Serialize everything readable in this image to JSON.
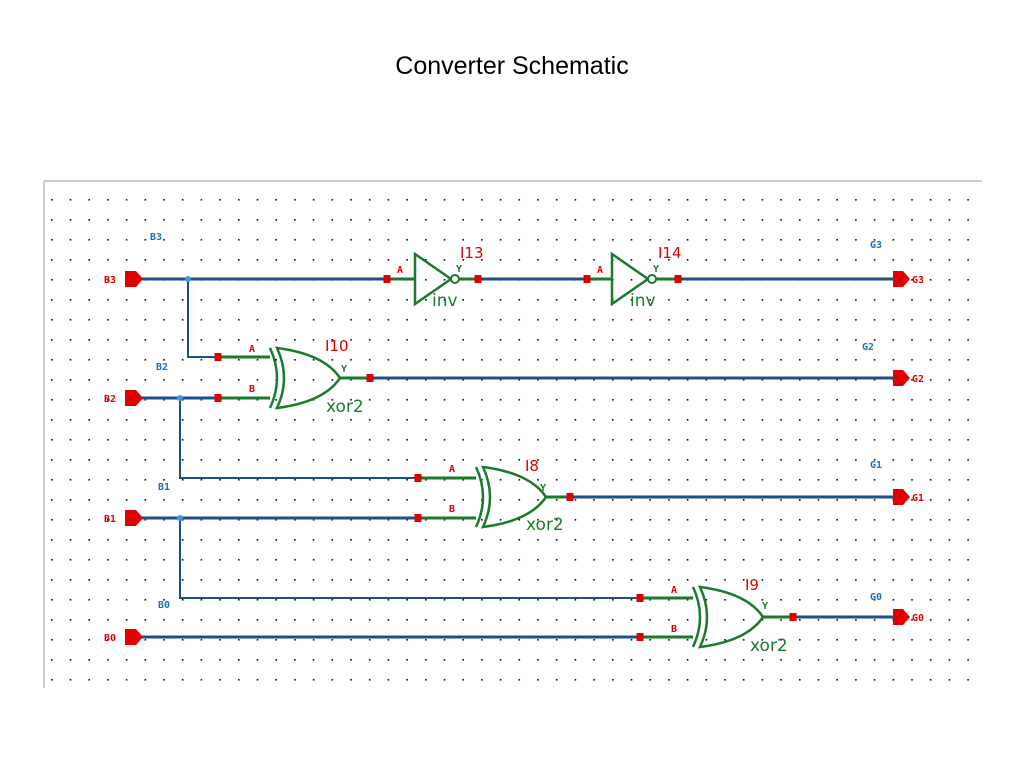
{
  "title": "Converter Schematic",
  "colors": {
    "wire": "#1f4e8c",
    "wire_lead": "#1a7a2e",
    "gate": "#1a7a2e",
    "pin": "#e00000",
    "port": "#e00000",
    "net_label": "#1d6fb8",
    "gate_label": "#e00000",
    "grid_dot": "#111111"
  },
  "ports": {
    "inputs": [
      "B3",
      "B2",
      "B1",
      "B0"
    ],
    "outputs": [
      "G3",
      "G2",
      "G1",
      "G0"
    ]
  },
  "nets": [
    "B3",
    "B2",
    "B1",
    "B0",
    "G3",
    "G2",
    "G1",
    "G0"
  ],
  "gates": [
    {
      "id": "I13",
      "type": "inv",
      "pins": {
        "in": "A",
        "out": "Y"
      }
    },
    {
      "id": "I14",
      "type": "inv",
      "pins": {
        "in": "A",
        "out": "Y"
      }
    },
    {
      "id": "I10",
      "type": "xor2",
      "pins": {
        "in1": "A",
        "in2": "B",
        "out": "Y"
      }
    },
    {
      "id": "I8",
      "type": "xor2",
      "pins": {
        "in1": "A",
        "in2": "B",
        "out": "Y"
      }
    },
    {
      "id": "I9",
      "type": "xor2",
      "pins": {
        "in1": "A",
        "in2": "B",
        "out": "Y"
      }
    }
  ]
}
